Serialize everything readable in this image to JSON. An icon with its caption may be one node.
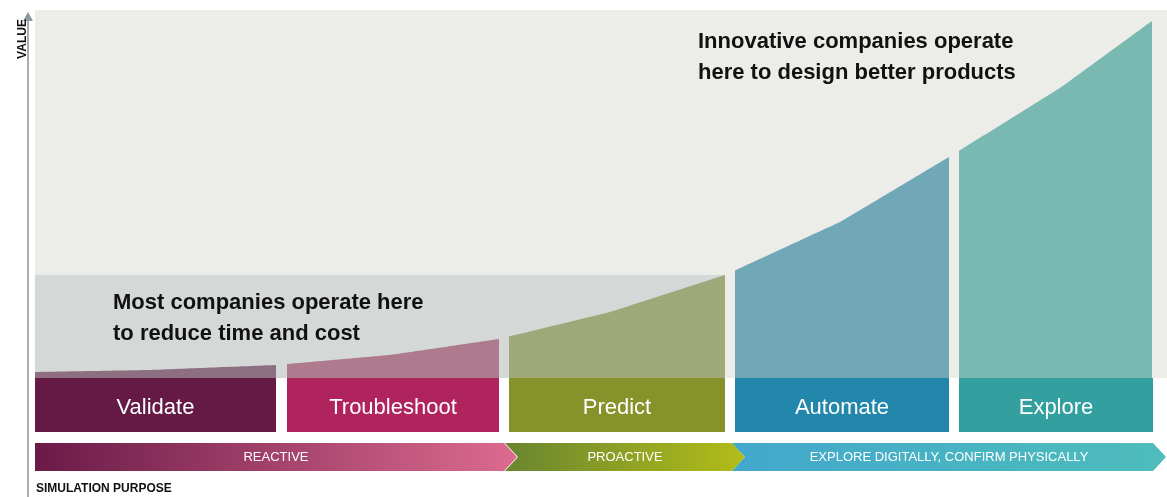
{
  "diagram": {
    "nodes": [
      {
        "text": [
          "Innovative companies operate here to design better products"
        ]
      },
      {
        "text": [
          "Most companies operate here to reduce time and cost"
        ],
        "in": 0
      },
      {
        "text": [
          "Validate"
        ]
      },
      {
        "text": [
          "Troubleshoot"
        ]
      },
      {
        "text": [
          "Predict"
        ]
      },
      {
        "text": [
          "Automate"
        ]
      },
      {
        "text": [
          "Explore"
        ]
      },
      {
        "text": [
          "REACTIVE"
        ]
      },
      {
        "text": [
          "PROACTIVE"
        ]
      },
      {
        "text": [
          "EXPLORE DIGITALLY, CONFIRM PHYSICALLY"
        ]
      }
    ],
    "labels": [
      "VALUE",
      "SIMULATION PURPOSE"
    ]
  }
}
